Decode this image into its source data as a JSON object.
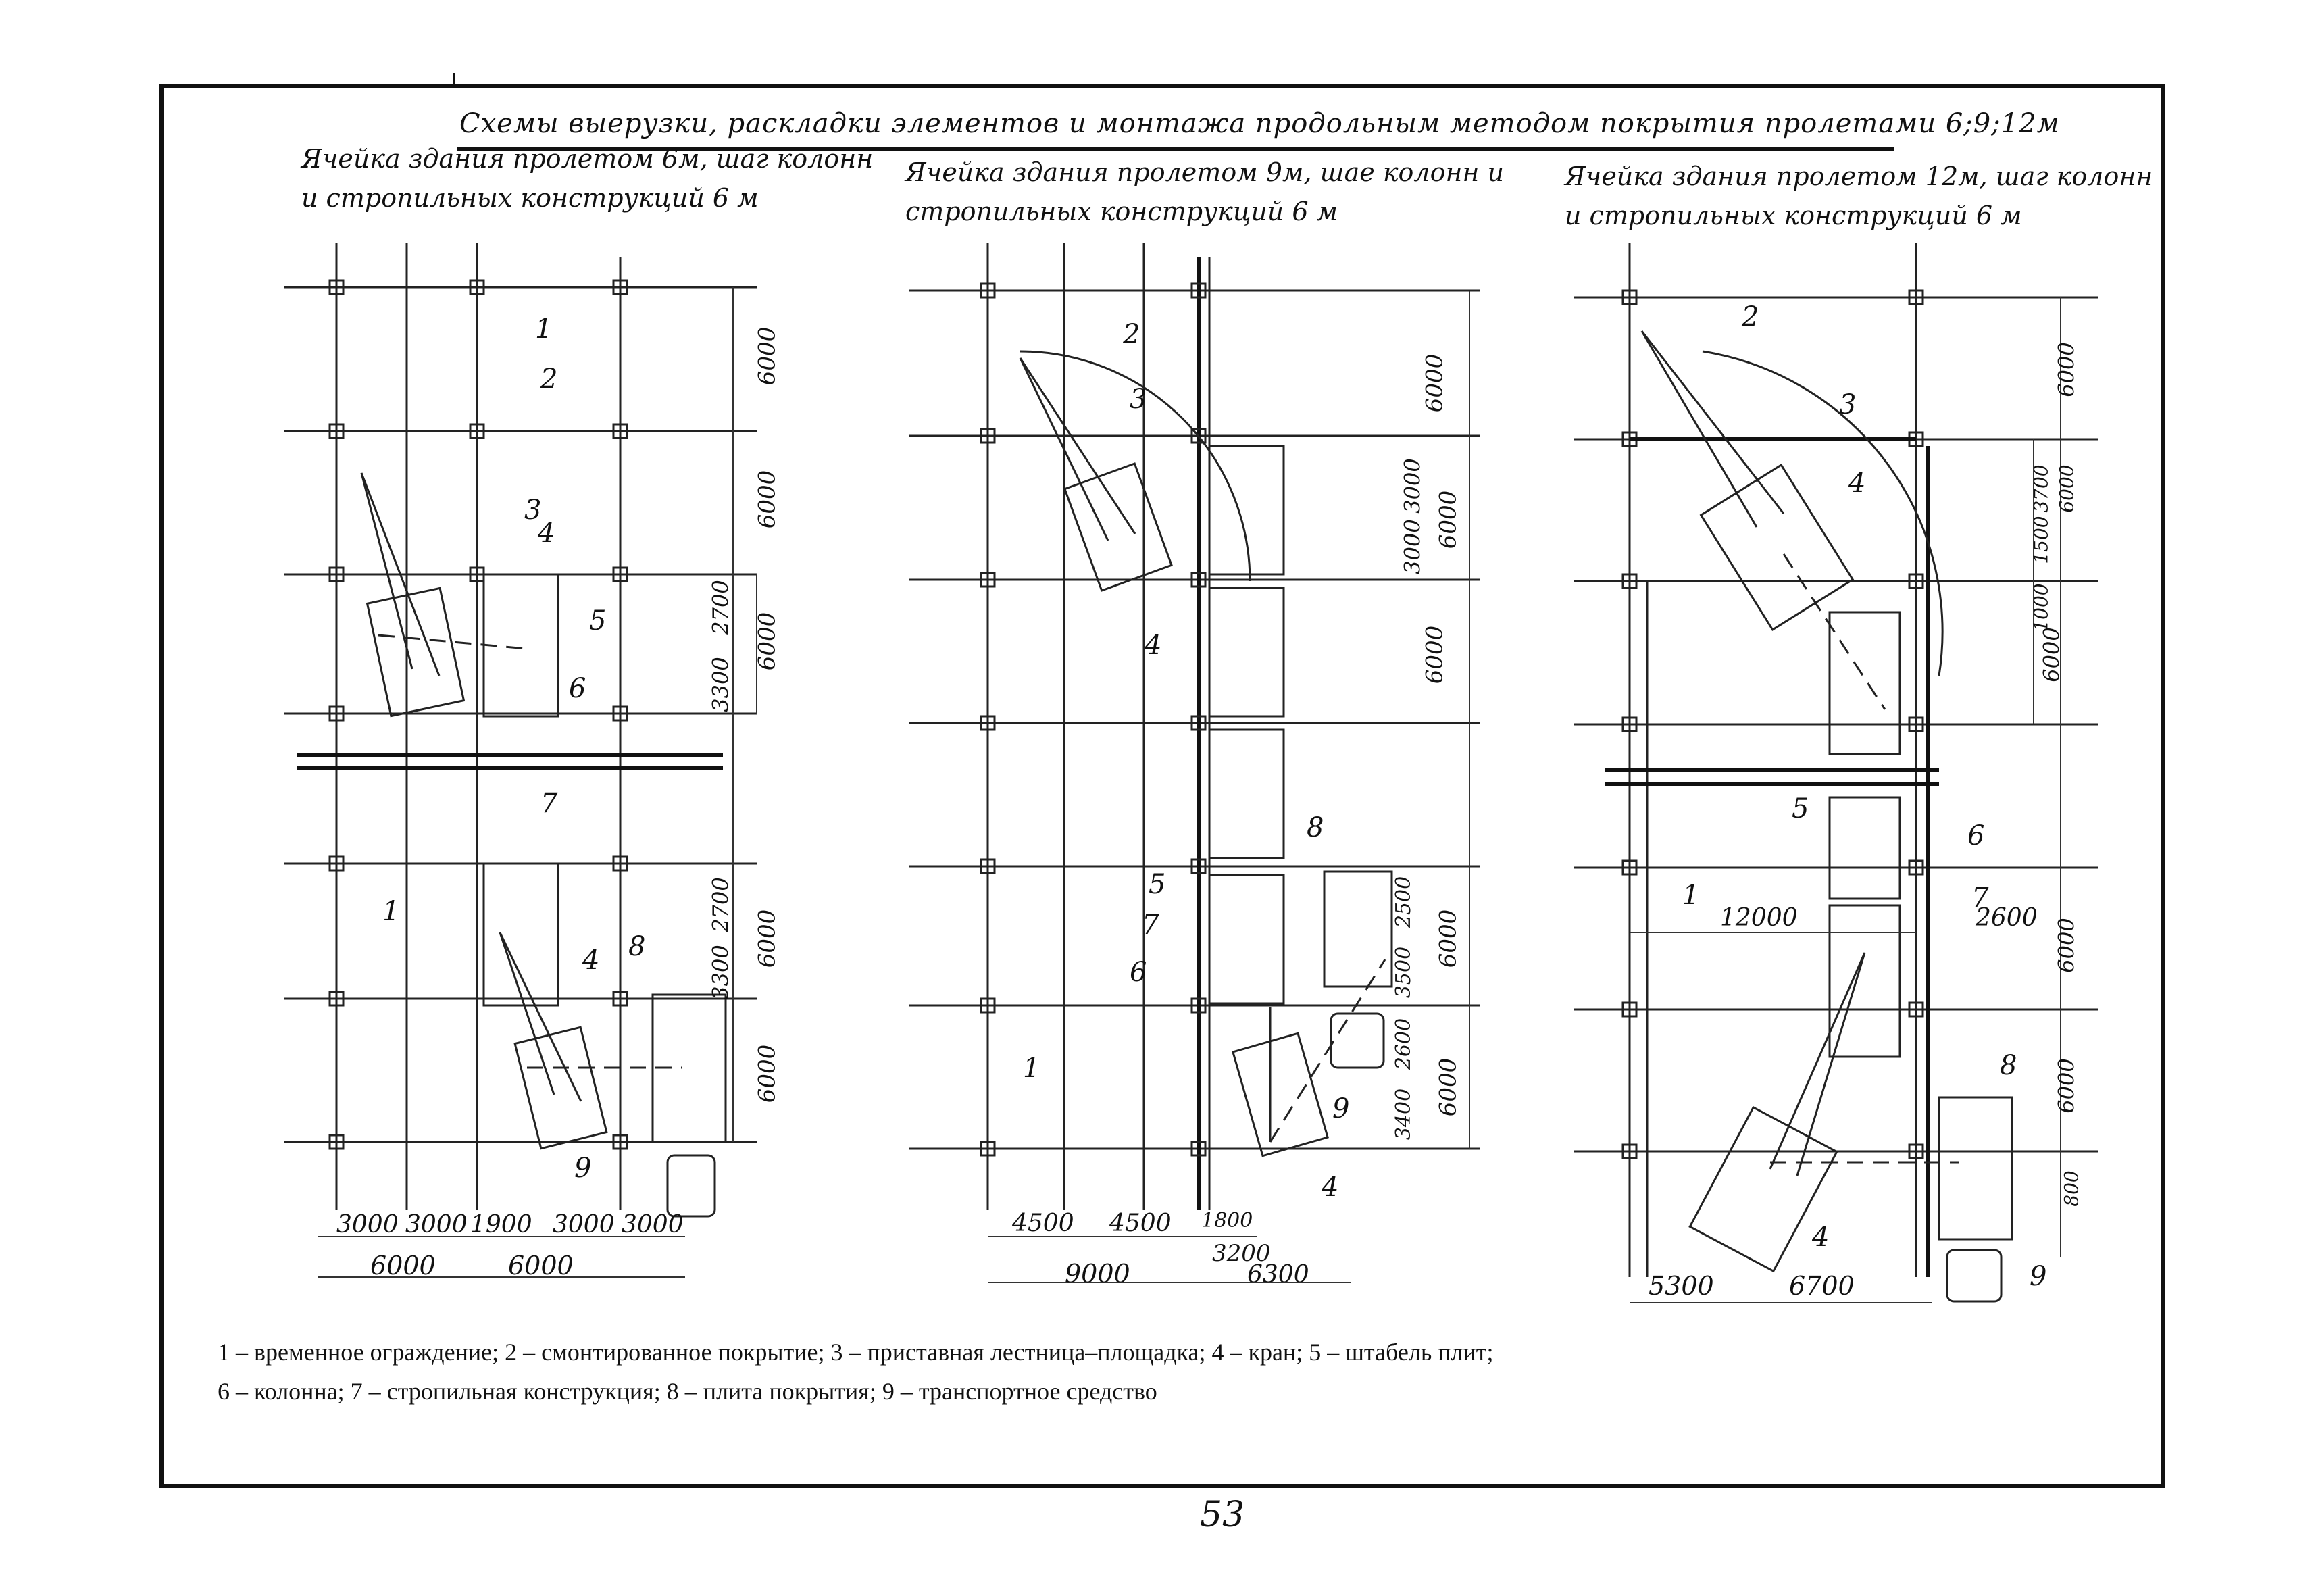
{
  "title": "Схемы выерузки, раскладки элементов и монтажа продольным методом покрытия пролетами 6;9;12м",
  "panels": [
    {
      "caption_line1": "Ячейка здания пролетом 6м, шаг колонн",
      "caption_line2": "и стропильных конструкций 6 м",
      "callouts": [
        "1",
        "2",
        "3",
        "4",
        "5",
        "6",
        "7",
        "1",
        "4",
        "8",
        "9"
      ],
      "dims_vertical": [
        "6000",
        "6000",
        "3300",
        "2700",
        "6000",
        "3300",
        "2700",
        "6000",
        "6000"
      ],
      "dims_bottom_row1": [
        "3000",
        "3000",
        "1900",
        "3000",
        "3000"
      ],
      "dims_bottom_row2": [
        "6000",
        "6000"
      ]
    },
    {
      "caption_line1": "Ячейка здания пролетом 9м, шае колонн и",
      "caption_line2": "стропильных конструкций 6 м",
      "callouts": [
        "2",
        "3",
        "4",
        "8",
        "5",
        "7",
        "6",
        "1",
        "9",
        "4"
      ],
      "dims_vertical": [
        "6000",
        "3000",
        "3000",
        "6000",
        "6000",
        "2500",
        "3500",
        "6000",
        "2600",
        "3400",
        "6000"
      ],
      "dims_bottom_row1": [
        "4500",
        "4500",
        "1800"
      ],
      "dims_bottom_row2": [
        "9000",
        "3200",
        "6300"
      ]
    },
    {
      "caption_line1": "Ячейка здания пролетом 12м, шаг колонн",
      "caption_line2": "и стропильных конструкций 6 м",
      "callouts": [
        "2",
        "3",
        "4",
        "5",
        "6",
        "1",
        "7",
        "8",
        "4",
        "9"
      ],
      "dims_vertical": [
        "6000",
        "1500",
        "3700",
        "6000",
        "1000",
        "6000",
        "6000",
        "6000",
        "800"
      ],
      "dims_inner": [
        "12000",
        "2600"
      ],
      "dims_bottom": [
        "5300",
        "6700"
      ]
    }
  ],
  "legend": {
    "line1": "1 – временное ограждение; 2 – смонтированное покрытие; 3 – приставная лестница–площадка; 4 – кран; 5 – штабель плит;",
    "line2": "6 – колонна; 7 – стропильная конструкция; 8 – плита покрытия; 9 – транспортное средство"
  },
  "page_number": "53"
}
